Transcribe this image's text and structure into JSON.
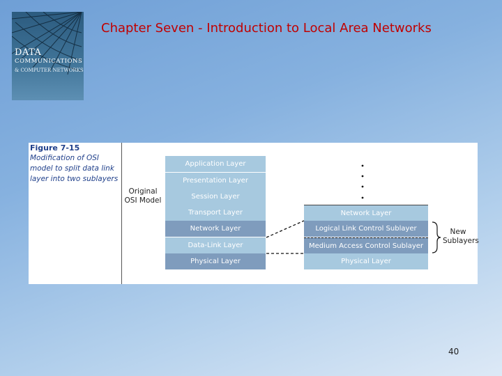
{
  "header": {
    "title": "Chapter Seven - Introduction to Local Area Networks"
  },
  "book_cover": {
    "title_line1": "DATA",
    "title_line2": "COMMUNICATIONS",
    "subtitle": "& COMPUTER NETWORKS"
  },
  "figure": {
    "label": "Figure 7-15",
    "caption": "Modification of OSI model to split data link layer into two sublayers",
    "original_model_label": "Original OSI Model",
    "original_layers": [
      "Application Layer",
      "Presentation Layer",
      "Session Layer",
      "Transport Layer",
      "Network Layer",
      "Data-Link Layer",
      "Physical Layer"
    ],
    "modified_layers": [
      "Network Layer",
      "Logical Link Control Sublayer",
      "Medium Access Control Sublayer",
      "Physical Layer"
    ],
    "new_sublayers_label": "New Sublayers"
  },
  "footer": {
    "page_number": "40"
  },
  "colors": {
    "title": "#c00000",
    "layer_light": "#a7c9df",
    "layer_dark": "#7f9cbd",
    "caption": "#1f3f8a"
  }
}
